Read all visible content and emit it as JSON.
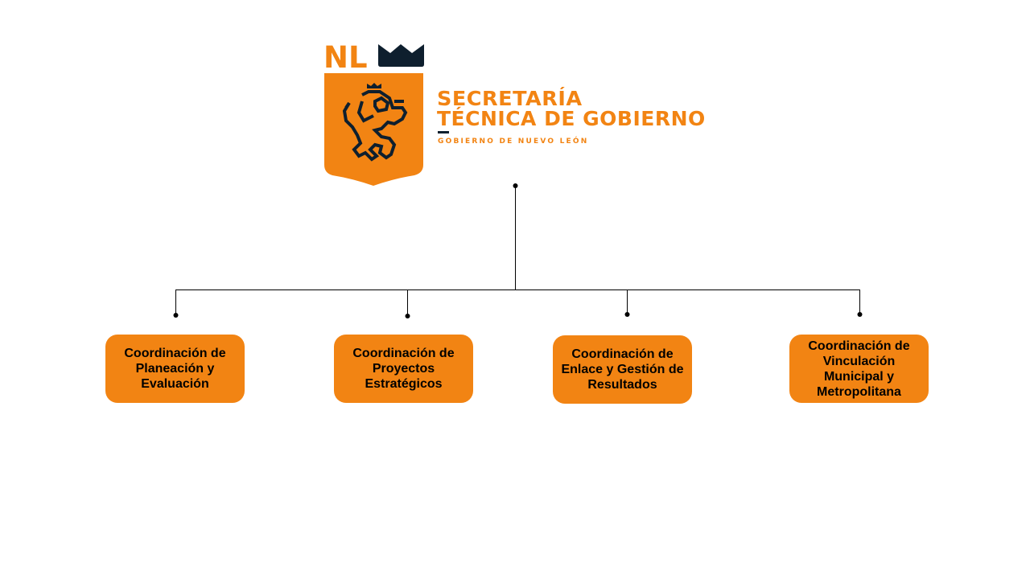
{
  "header": {
    "logo_text": "NL",
    "title_line1": "SECRETARÍA",
    "title_line2": "TÉCNICA DE GOBIERNO",
    "subtitle": "GOBIERNO DE NUEVO LEÓN"
  },
  "colors": {
    "brand_orange": "#F28413",
    "brand_navy": "#0E1F2E",
    "line": "#000000"
  },
  "units": [
    {
      "label": "Coordinación de Planeación y Evaluación"
    },
    {
      "label": "Coordinación de Proyectos Estratégicos"
    },
    {
      "label": "Coordinación de Enlace y Gestión de Resultados"
    },
    {
      "label": "Coordinación de Vinculación Municipal y Metropolitana"
    }
  ]
}
